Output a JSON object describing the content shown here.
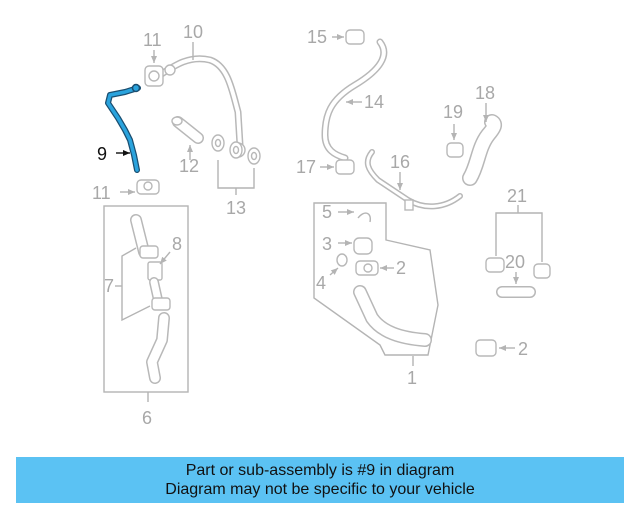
{
  "diagram": {
    "callouts": {
      "c1": "1",
      "c2a": "2",
      "c2b": "2",
      "c3": "3",
      "c4": "4",
      "c5": "5",
      "c6": "6",
      "c7": "7",
      "c8": "8",
      "c9": "9",
      "c10": "10",
      "c11a": "11",
      "c11b": "11",
      "c12": "12",
      "c13": "13",
      "c14": "14",
      "c15": "15",
      "c16": "16",
      "c17": "17",
      "c18": "18",
      "c19": "19",
      "c20": "20",
      "c21": "21"
    },
    "highlighted_part": "9",
    "colors": {
      "highlight": "#1f8fc9",
      "lines": "#b4b4b4",
      "banner": "#5bc2f3"
    }
  },
  "banner": {
    "line1": "Part or sub-assembly is #9 in diagram",
    "line2": "Diagram may not be specific to your vehicle"
  }
}
